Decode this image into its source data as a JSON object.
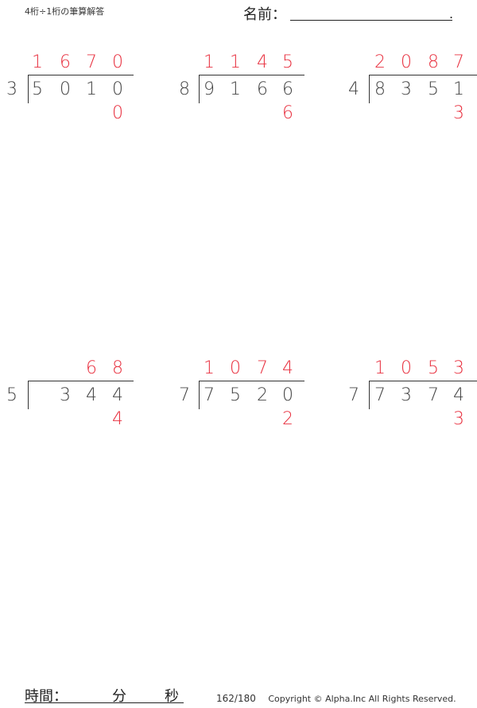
{
  "header": {
    "title": "4桁÷1桁の筆算解答",
    "name_label": "名前：",
    "name_end": "."
  },
  "colors": {
    "answer": "#e8303f",
    "problem": "#444444"
  },
  "problems": [
    {
      "divisor": "3",
      "dividend": [
        "5",
        "0",
        "1",
        "0"
      ],
      "quotient": [
        "1",
        "6",
        "7",
        "0"
      ],
      "remainder": "0"
    },
    {
      "divisor": "8",
      "dividend": [
        "9",
        "1",
        "6",
        "6"
      ],
      "quotient": [
        "1",
        "1",
        "4",
        "5"
      ],
      "remainder": "6"
    },
    {
      "divisor": "4",
      "dividend": [
        "8",
        "3",
        "5",
        "1"
      ],
      "quotient": [
        "2",
        "0",
        "8",
        "7"
      ],
      "remainder": "3"
    },
    {
      "divisor": "5",
      "dividend": [
        "",
        "3",
        "4",
        "4"
      ],
      "quotient": [
        "",
        "",
        "6",
        "8"
      ],
      "remainder": "4"
    },
    {
      "divisor": "7",
      "dividend": [
        "7",
        "5",
        "2",
        "0"
      ],
      "quotient": [
        "1",
        "0",
        "7",
        "4"
      ],
      "remainder": "2"
    },
    {
      "divisor": "7",
      "dividend": [
        "7",
        "3",
        "7",
        "4"
      ],
      "quotient": [
        "1",
        "0",
        "5",
        "3"
      ],
      "remainder": "3"
    }
  ],
  "footer": {
    "time_label": "時間：",
    "minutes_label": "分",
    "seconds_label": "秒",
    "page": "162/180",
    "copyright": "Copyright © Alpha.Inc All Rights Reserved."
  }
}
